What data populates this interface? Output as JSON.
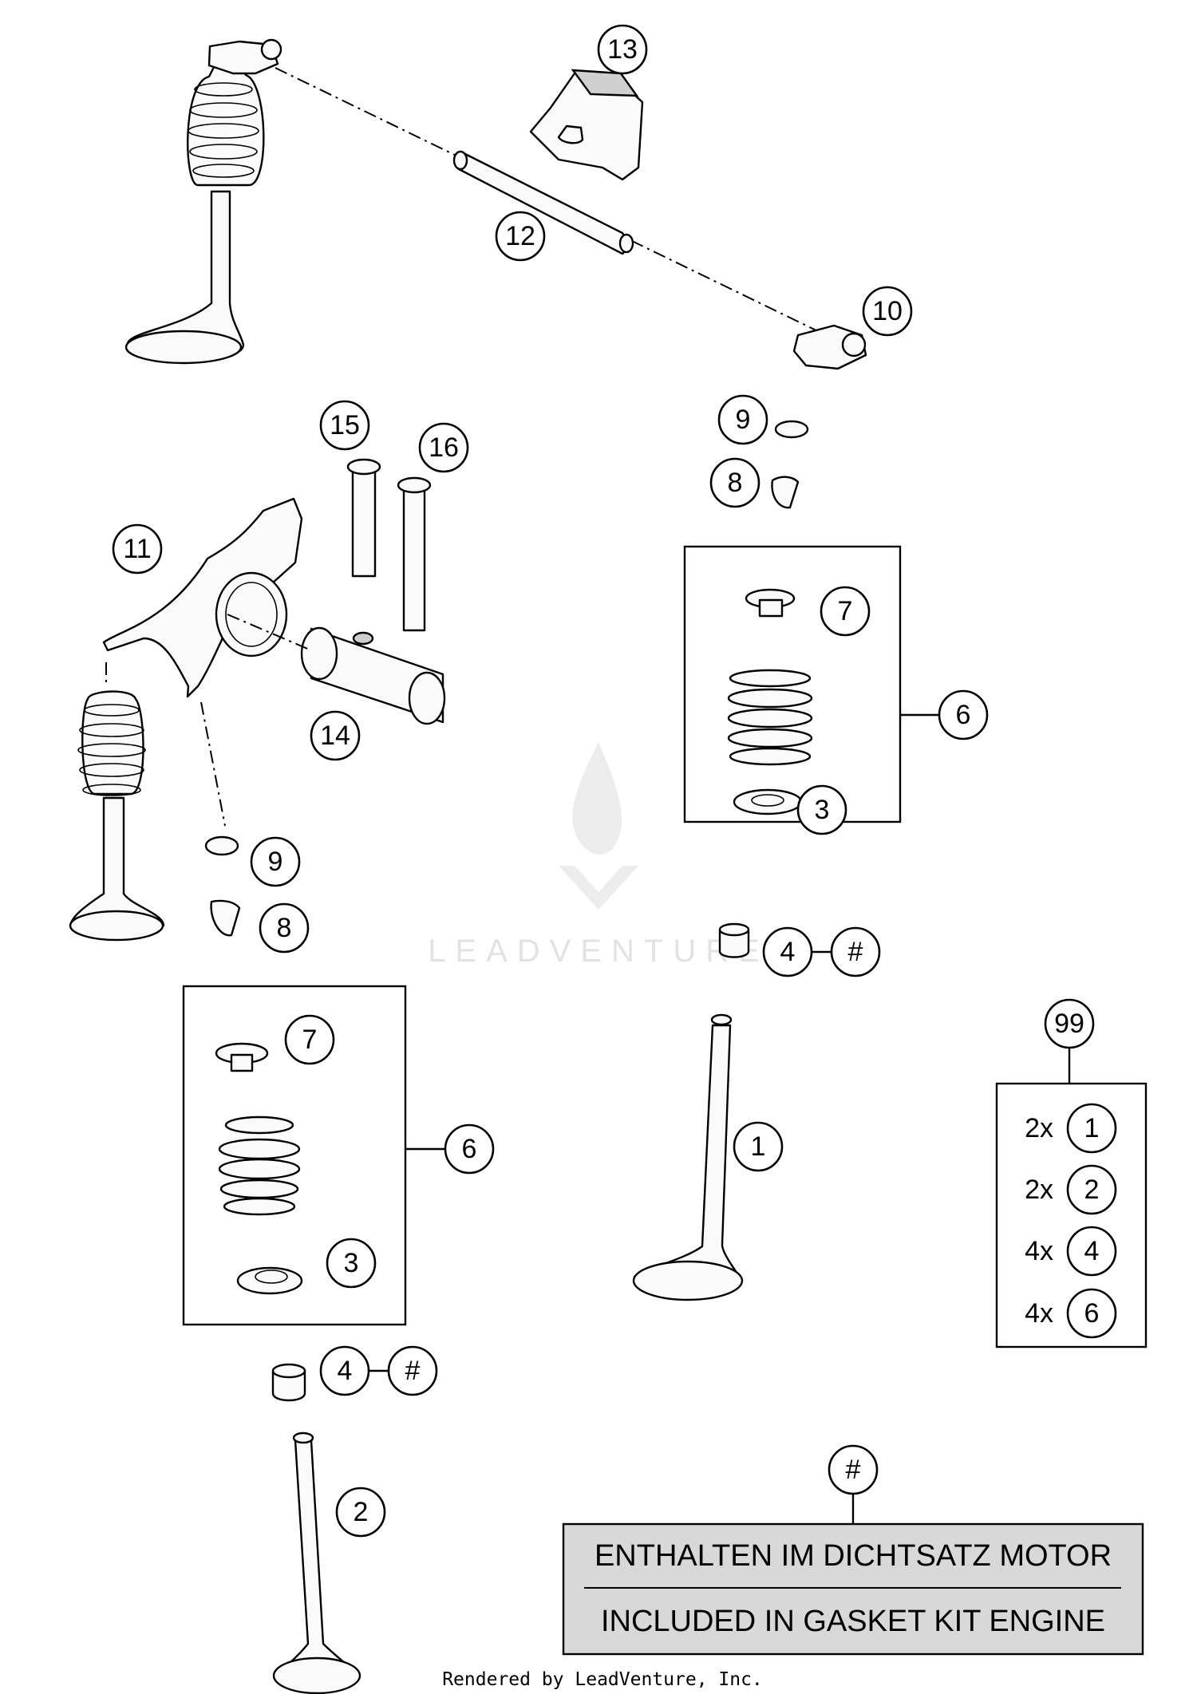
{
  "diagram": {
    "callouts": [
      {
        "id": "c13",
        "label": "13"
      },
      {
        "id": "c12",
        "label": "12"
      },
      {
        "id": "c10",
        "label": "10"
      },
      {
        "id": "c15",
        "label": "15"
      },
      {
        "id": "c16",
        "label": "16"
      },
      {
        "id": "c9a",
        "label": "9"
      },
      {
        "id": "c8a",
        "label": "8"
      },
      {
        "id": "c11",
        "label": "11"
      },
      {
        "id": "c14",
        "label": "14"
      },
      {
        "id": "c9b",
        "label": "9"
      },
      {
        "id": "c8b",
        "label": "8"
      },
      {
        "id": "c7a",
        "label": "7"
      },
      {
        "id": "c6a",
        "label": "6"
      },
      {
        "id": "c3a",
        "label": "3"
      },
      {
        "id": "c4a",
        "label": "4"
      },
      {
        "id": "h1",
        "label": "#"
      },
      {
        "id": "c7b",
        "label": "7"
      },
      {
        "id": "c6b",
        "label": "6"
      },
      {
        "id": "c3b",
        "label": "3"
      },
      {
        "id": "c1",
        "label": "1"
      },
      {
        "id": "c4b",
        "label": "4"
      },
      {
        "id": "h2",
        "label": "#"
      },
      {
        "id": "c2",
        "label": "2"
      },
      {
        "id": "c99",
        "label": "99"
      },
      {
        "id": "h3",
        "label": "#"
      }
    ],
    "kit99": [
      {
        "qty": "2x",
        "part": "1"
      },
      {
        "qty": "2x",
        "part": "2"
      },
      {
        "qty": "4x",
        "part": "4"
      },
      {
        "qty": "4x",
        "part": "6"
      }
    ],
    "note": {
      "line1": "ENTHALTEN IM DICHTSATZ MOTOR",
      "line2": "INCLUDED IN GASKET KIT ENGINE"
    },
    "watermark": "LEADVENTURE",
    "footer": "Rendered by LeadVenture, Inc."
  }
}
